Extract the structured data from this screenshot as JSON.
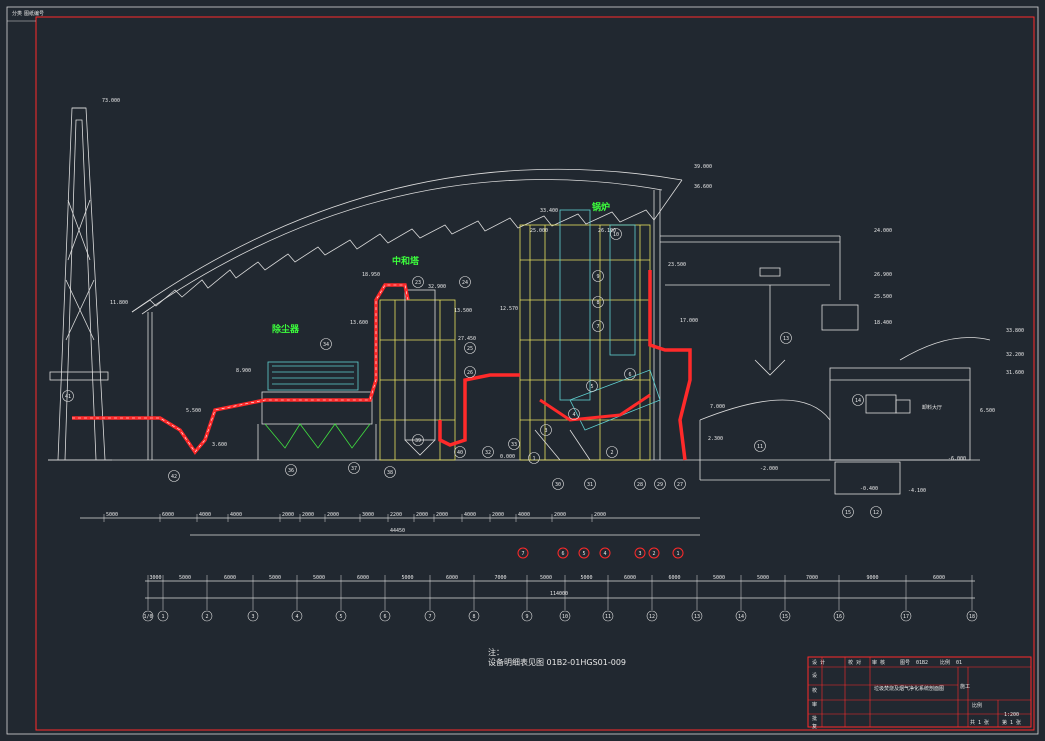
{
  "drawing": {
    "header_tags": [
      "分类",
      "图纸编号"
    ],
    "equipment_labels": {
      "dust_collector": "除尘器",
      "neutralization_tower": "中和塔",
      "boiler": "锅炉"
    },
    "building_text": {
      "unloading_hall": "卸料大厅"
    },
    "elevations": [
      "73.000",
      "39.000",
      "36.600",
      "33.400",
      "32.900",
      "25.000",
      "26.100",
      "23.500",
      "18.950",
      "17.000",
      "18.400",
      "13.600",
      "13.500",
      "12.570",
      "11.800",
      "8.900",
      "7.000",
      "6.500",
      "5.500",
      "3.600",
      "2.300",
      "0.000",
      "-0.400",
      "-2.000",
      "-4.100",
      "-6.000",
      "24.000",
      "26.900",
      "25.500",
      "33.800",
      "32.200",
      "31.600",
      "27.450"
    ],
    "dimension_top": [
      "5000",
      "6000",
      "4000",
      "4000",
      "2000",
      "2000",
      "2000",
      "3000",
      "2200",
      "2000",
      "2000",
      "4000",
      "2000",
      "4000",
      "2000",
      "2000"
    ],
    "dimension_total_mid": "44450",
    "dimension_bays": [
      "3000",
      "5000",
      "6000",
      "5000",
      "5000",
      "6000",
      "5000",
      "6000",
      "7000",
      "5000",
      "5000",
      "6000",
      "6000",
      "5000",
      "5000",
      "7000",
      "9000",
      "6000"
    ],
    "dimension_total": "114000",
    "grid_axes": [
      "1/0",
      "1",
      "2",
      "3",
      "4",
      "5",
      "6",
      "7",
      "8",
      "9",
      "10",
      "11",
      "12",
      "13",
      "14",
      "15",
      "16",
      "17",
      "18"
    ],
    "red_markers": [
      "7",
      "6",
      "5",
      "4",
      "3",
      "2",
      "1"
    ],
    "callouts": [
      "41",
      "42",
      "34",
      "36",
      "37",
      "38",
      "39",
      "40",
      "23",
      "24",
      "25",
      "26",
      "32",
      "33",
      "30",
      "31",
      "28",
      "29",
      "27",
      "14",
      "15",
      "12",
      "13",
      "11",
      "10",
      "9",
      "8",
      "7",
      "6",
      "5",
      "4",
      "3",
      "2",
      "1"
    ],
    "note_title": "注：",
    "note_text": "设备明细表见图 01B2-01HGS01-009"
  },
  "title_block": {
    "row1": [
      "设 计",
      "校 对",
      "审 核",
      "图号",
      "01B2",
      "比例",
      "01"
    ],
    "left_labels": [
      "设",
      "校",
      "审",
      "批",
      "复"
    ],
    "drawing_name": "垃圾焚烧及烟气净化系统剖面图",
    "stage": "施工",
    "scale_label": "比例",
    "scale_value": "1:200",
    "sheet_label": "共  1  张",
    "sheet_num": "第  1  张"
  }
}
